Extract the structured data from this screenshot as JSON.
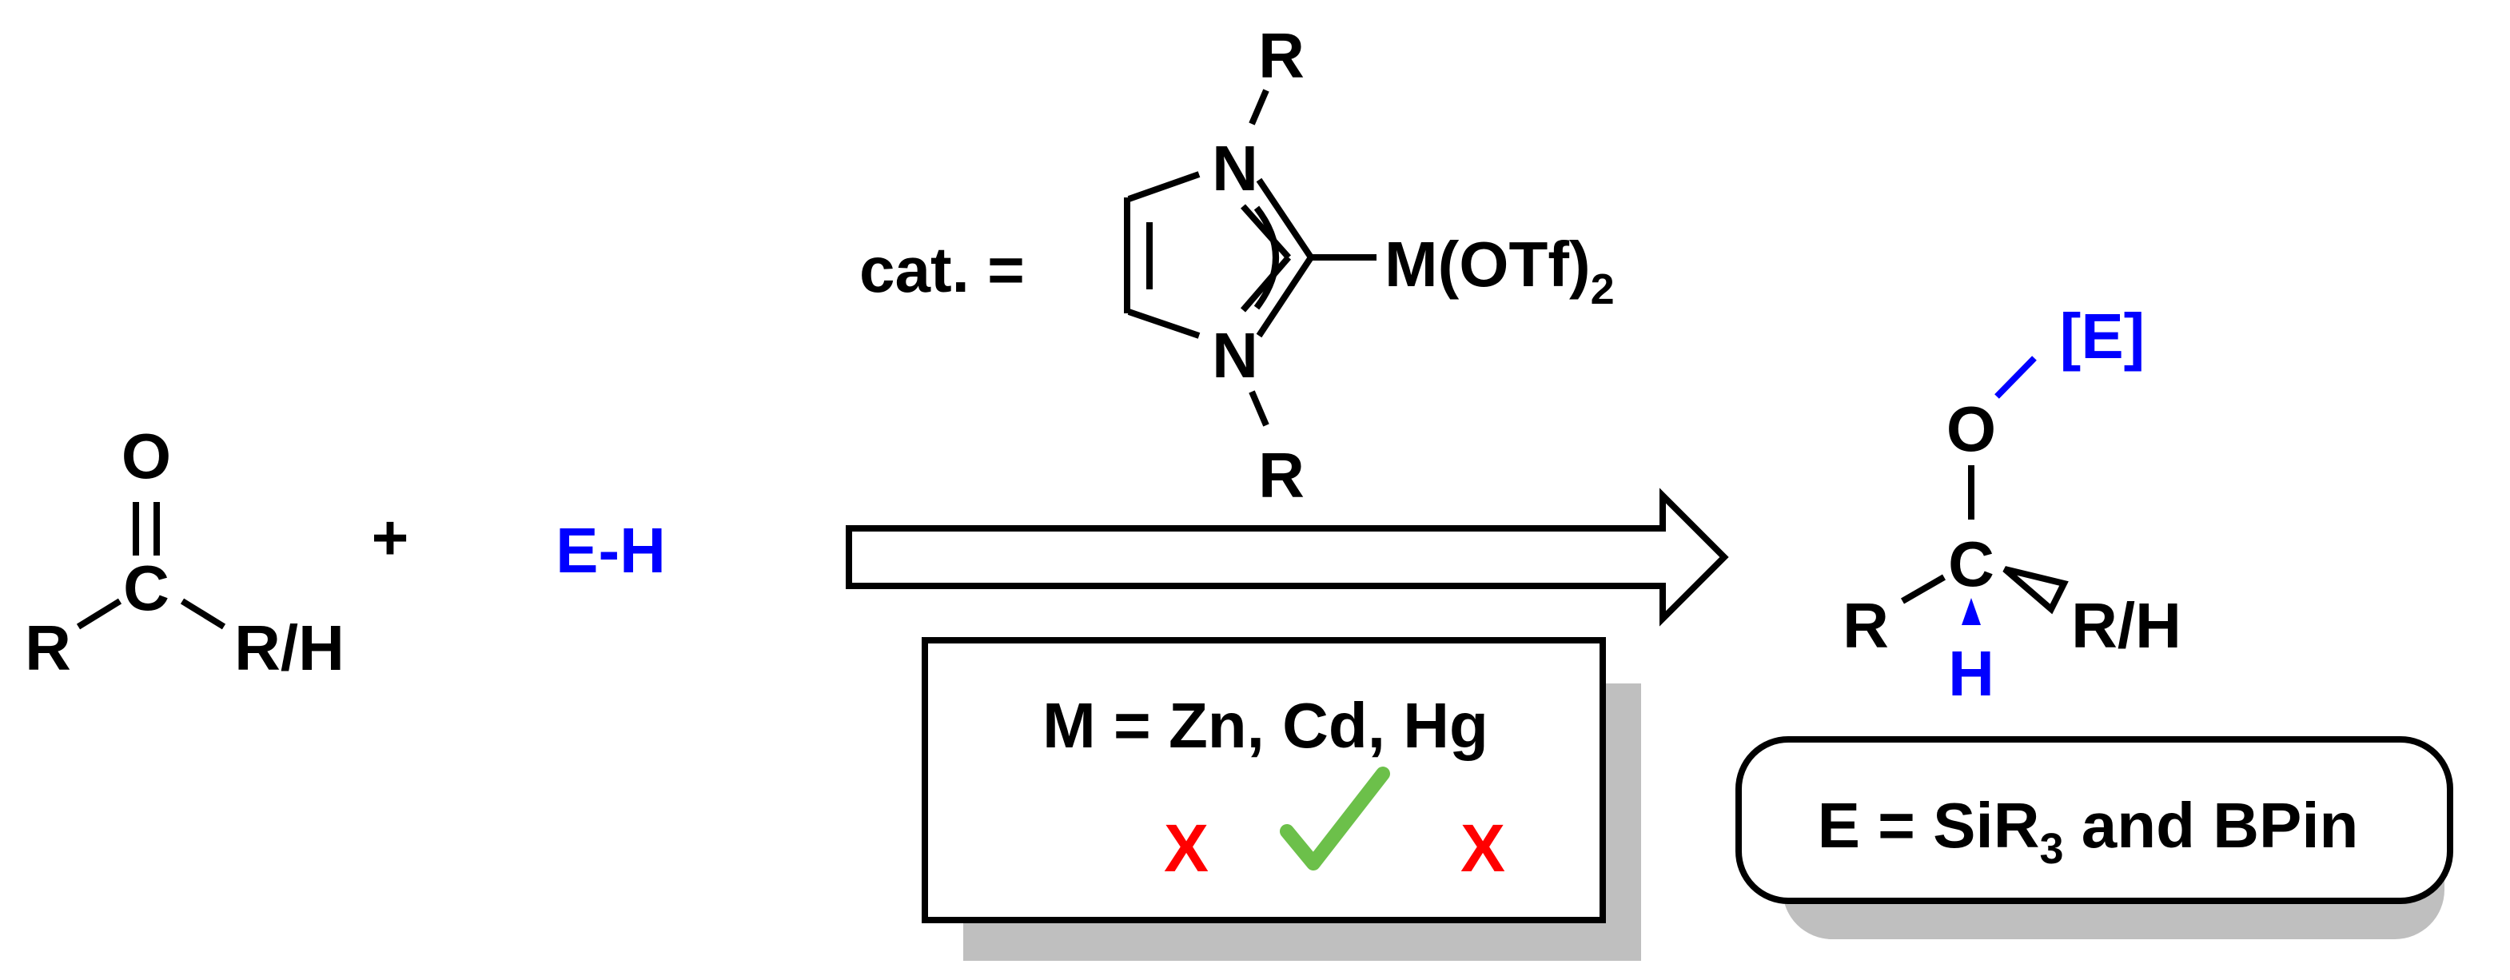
{
  "reactant": {
    "oxygen": "O",
    "carbon": "C",
    "left_group": "R",
    "right_group": "R/H"
  },
  "plus": "+",
  "reagent": "E-H",
  "catalyst": {
    "label": "cat. =",
    "n_top": "N",
    "n_bottom": "N",
    "r_top": "R",
    "r_bottom": "R",
    "metal_group": "M(OTf)",
    "metal_subscript": "2"
  },
  "metal_box": {
    "text": "M = Zn, Cd, Hg",
    "marks": [
      {
        "metal": "Zn",
        "symbol": "X",
        "result": "fail",
        "color": "#ff0000"
      },
      {
        "metal": "Cd",
        "symbol": "check",
        "result": "success",
        "color": "#6cc04a"
      },
      {
        "metal": "Hg",
        "symbol": "X",
        "result": "fail",
        "color": "#ff0000"
      }
    ]
  },
  "product": {
    "element": "[E]",
    "oxygen": "O",
    "carbon": "C",
    "left_group": "R",
    "right_group": "R/H",
    "hydrogen": "H"
  },
  "e_box": {
    "prefix": "E = SiR",
    "subscript": "3",
    "suffix": " and BPin"
  },
  "colors": {
    "text": "#000000",
    "highlight": "#0000ff",
    "fail": "#ff0000",
    "success": "#6cc04a",
    "shadow": "#bfbfbf"
  }
}
